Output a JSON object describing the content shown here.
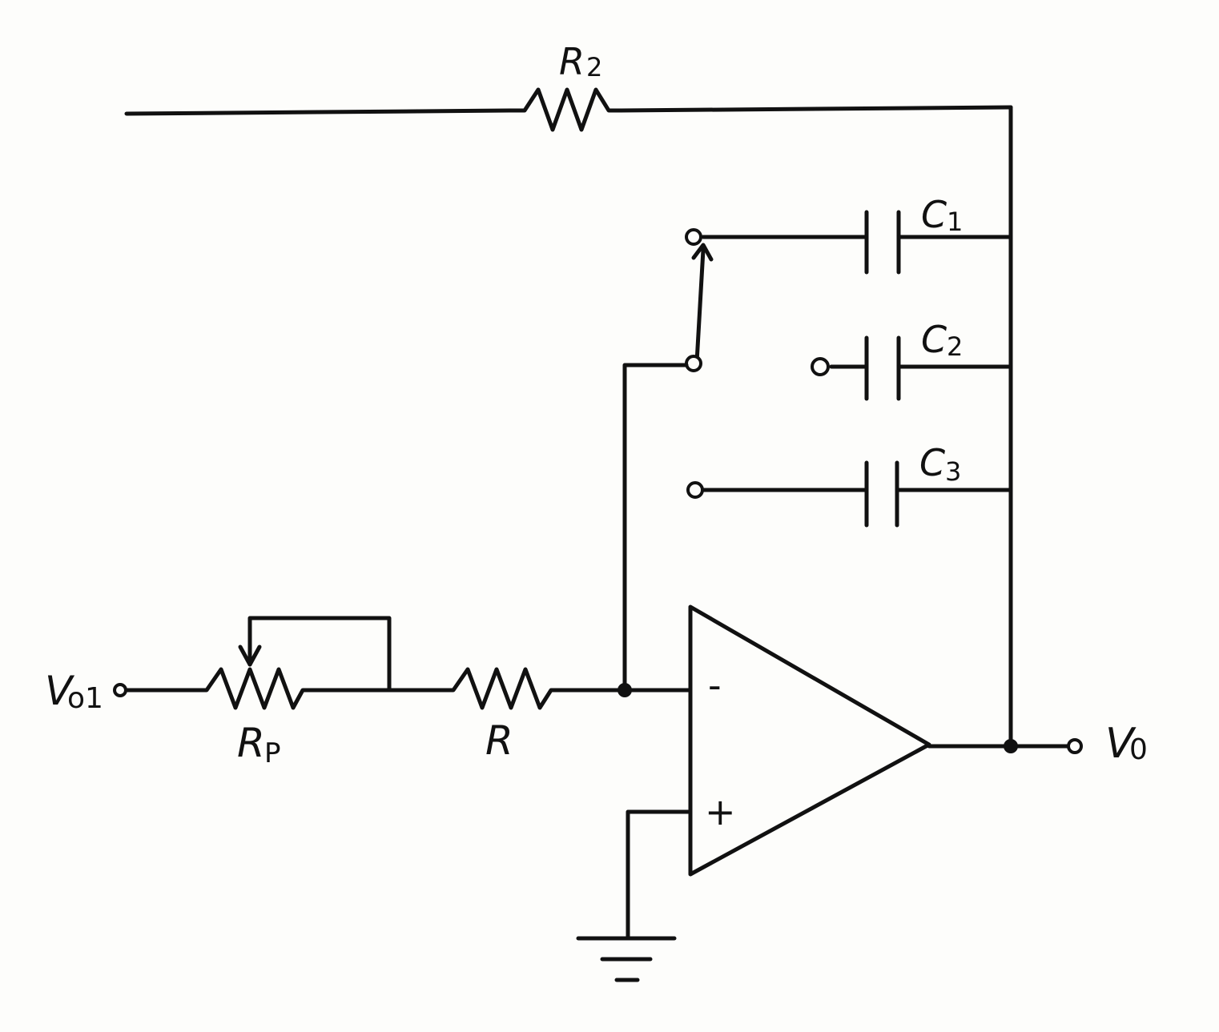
{
  "labels": {
    "r2": "R",
    "r2_sub": "2",
    "c1": "C",
    "c1_sub": "1",
    "c2": "C",
    "c2_sub": "2",
    "c3": "C",
    "c3_sub": "3",
    "rp": "R",
    "rp_sub": "P",
    "r": "R",
    "vo1": "V",
    "vo1_sub": "o1",
    "vo": "V",
    "vo_sub": "0",
    "minus": "-",
    "plus": "+"
  }
}
